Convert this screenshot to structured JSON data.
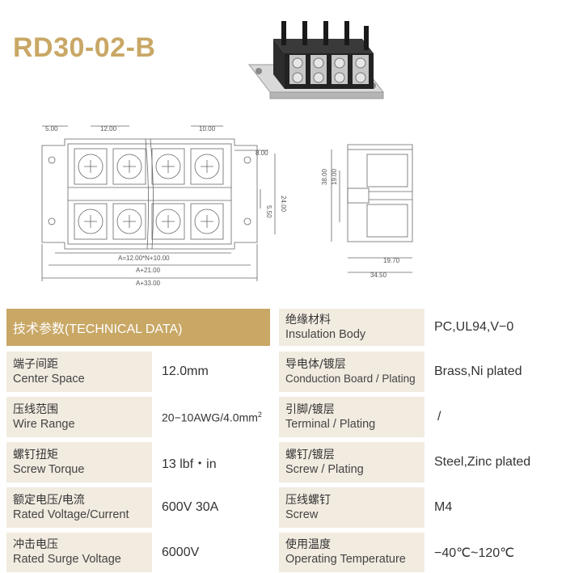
{
  "model": "RD30-02-B",
  "dimensions": {
    "d_5": "5.00",
    "d_12": "12.00",
    "d_10": "10.00",
    "d_8": "8.00",
    "d_24": "24.00",
    "d_5_5": "5.50",
    "d_a1": "A=12.00*N+10.00",
    "d_a2": "A+21.00",
    "d_a3": "A+33.00",
    "d_38": "38.00",
    "d_19": "19.00",
    "d_19_7": "19.70",
    "d_34_5": "34.50"
  },
  "table": {
    "header": "技术参数(TECHNICAL DATA)",
    "left": [
      {
        "cn": "端子间距",
        "en": "Center Space",
        "value": "12.0mm"
      },
      {
        "cn": "压线范围",
        "en": "Wire Range",
        "value": "20−10AWG/4.0mm",
        "sup": "2"
      },
      {
        "cn": "螺钉扭矩",
        "en": "Screw Torque",
        "value": "13 lbf・in"
      },
      {
        "cn": "额定电压/电流",
        "en": "Rated Voltage/Current",
        "value": "600V 30A"
      },
      {
        "cn": "冲击电压",
        "en": "Rated Surge Voltage",
        "value": "6000V"
      }
    ],
    "right": [
      {
        "cn": "绝缘材料",
        "en": "Insulation Body",
        "value": "PC,UL94,V−0"
      },
      {
        "cn": "导电体/镀层",
        "en": "Conduction Board / Plating",
        "value": "Brass,Ni plated"
      },
      {
        "cn": "引脚/镀层",
        "en": "Terminal / Plating",
        "value": "/"
      },
      {
        "cn": "螺钉/镀层",
        "en": "Screw / Plating",
        "value": "Steel,Zinc plated"
      },
      {
        "cn": "压线螺钉",
        "en": "Screw",
        "value": "M4"
      },
      {
        "cn": "使用温度",
        "en": "Operating Temperature",
        "value": "−40℃~120℃"
      }
    ]
  }
}
